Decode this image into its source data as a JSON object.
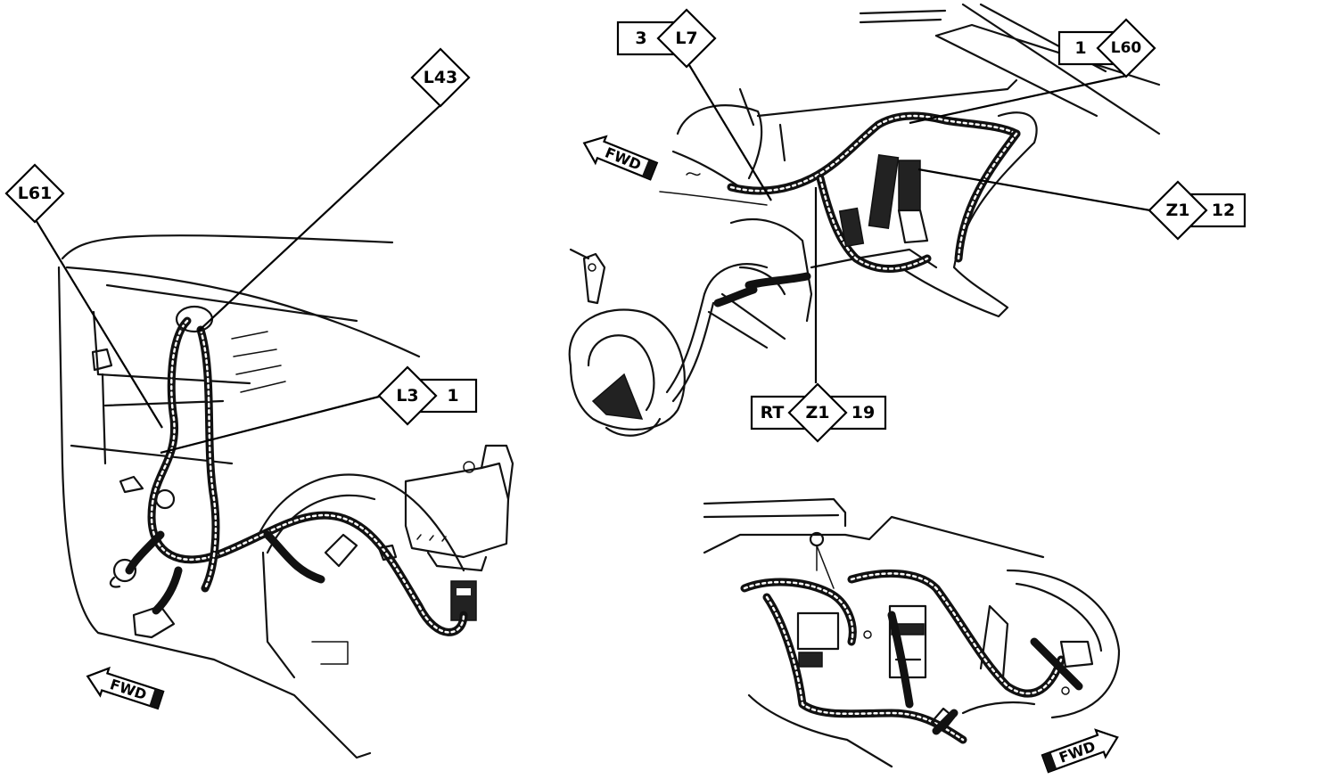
{
  "callouts": {
    "l61": {
      "code": "L61"
    },
    "l43": {
      "code": "L43"
    },
    "l3": {
      "code": "L3",
      "num": "1"
    },
    "l7": {
      "code": "L7",
      "num": "3"
    },
    "l60": {
      "code": "L60",
      "num": "1"
    },
    "z1_12": {
      "code": "Z1",
      "num": "12"
    },
    "z1_19": {
      "prefix": "RT",
      "code": "Z1",
      "num": "19"
    }
  },
  "fwd_labels": {
    "left_view": "FWD",
    "top_view": "FWD",
    "bottom_view": "FWD"
  },
  "colors": {
    "line": "#111111",
    "background": "#ffffff"
  }
}
